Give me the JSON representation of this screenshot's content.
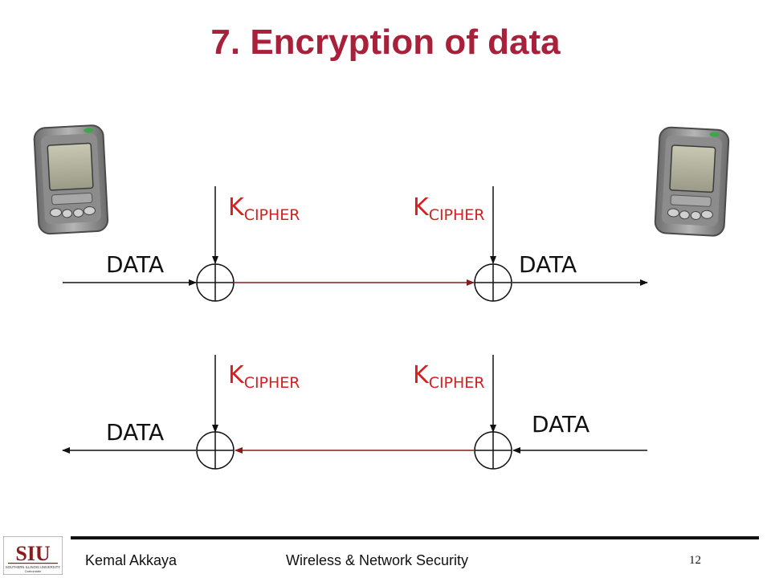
{
  "slide": {
    "title": "7. Encryption of data",
    "footer_author": "Kemal Akkaya",
    "footer_course": "Wireless & Network Security",
    "page_number": "12",
    "logo_text": "SIU",
    "logo_subtext": "SOUTHERN ILLINOIS UNIVERSITY",
    "logo_subtext2": "Carbondale"
  },
  "diagram": {
    "key_main": "K",
    "key_sub": "CIPHER",
    "data_label": "DATA",
    "colors": {
      "key": "#d42020",
      "channel": "#8b1a1a",
      "title": "#a8203a"
    }
  }
}
